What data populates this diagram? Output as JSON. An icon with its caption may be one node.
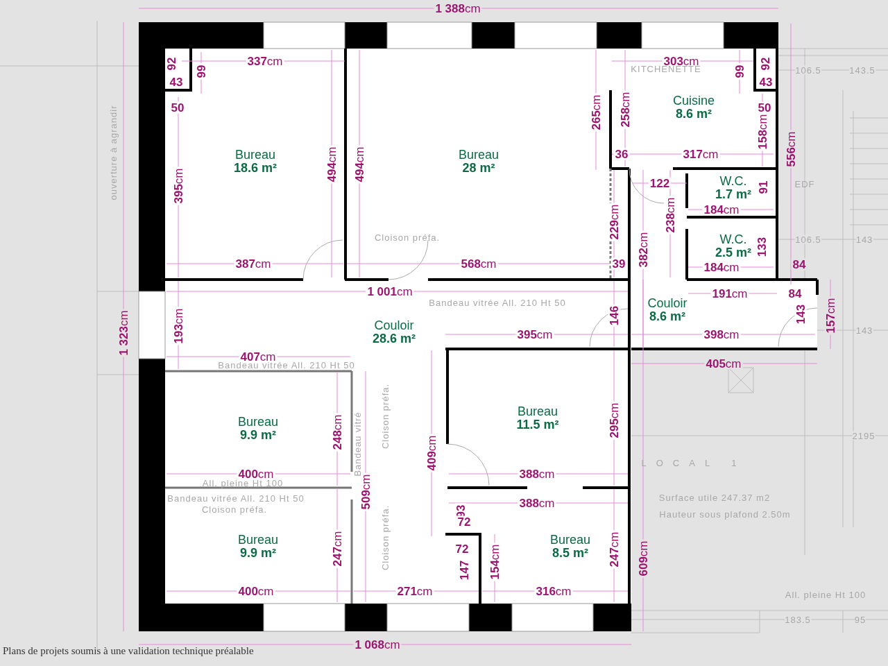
{
  "diagram": {
    "caption": "Plans de projets soumis à une validation technique préalable",
    "nodes": [
      {
        "text": [
          "Bureau",
          "18.6 m²"
        ]
      },
      {
        "text": [
          "Bureau",
          "28 m²"
        ]
      },
      {
        "text": [
          "Cuisine",
          "8.6 m²"
        ]
      },
      {
        "text": [
          "W.C.",
          "1.7 m²"
        ]
      },
      {
        "text": [
          "W.C.",
          "2.5 m²"
        ]
      },
      {
        "text": [
          "Couloir",
          "28.6 m²"
        ]
      },
      {
        "text": [
          "Couloir",
          "8.6 m²"
        ]
      },
      {
        "text": [
          "Bureau",
          "9.9 m²"
        ]
      },
      {
        "text": [
          "Bureau",
          "9.9 m²"
        ]
      },
      {
        "text": [
          "Bureau",
          "11.5 m²"
        ]
      },
      {
        "text": [
          "Bureau",
          "8.5 m²"
        ]
      }
    ],
    "labels": [
      "**1 388**cm",
      "92",
      "99",
      "**337**cm",
      "**303**cm",
      "99",
      "92",
      "43",
      "43",
      "50",
      "50",
      "**395**cm",
      "**494**cm",
      "**494**cm",
      "**265**cm",
      "**258**cm",
      "**158**cm",
      "**556**cm",
      "36",
      "**317**cm",
      "122",
      "**184**cm",
      "91",
      "**229**cm",
      "**382**cm",
      "**238**cm",
      "133",
      "**387**cm",
      "**568**cm",
      "39",
      "**184**cm",
      "84",
      "**1 001**cm",
      "**191**cm",
      "84",
      "**1 323**cm",
      "**193**cm",
      "**395**cm",
      "146",
      "**398**cm",
      "143",
      "**157**cm",
      "**407**cm",
      "**405**cm",
      "**248**cm",
      "**409**cm",
      "**295**cm",
      "**400**cm",
      "**388**cm",
      "**509**cm",
      "93",
      "72",
      "**388**cm",
      "**247**cm",
      "72",
      "147",
      "**154**cm",
      "**247**cm",
      "**609**cm",
      "**400**cm",
      "**271**cm",
      "**316**cm",
      "**1 068**cm",
      "KITCHENETTE",
      "106.5",
      "143.5",
      "ouverture à agrandir",
      "EDF",
      "Cloison préfa.",
      "106.5",
      "143",
      "Bandeau vitrée All. 210 Ht 50",
      "143",
      "Bandeau vitrée All. 210 Ht 50",
      "Cloison préfa.",
      "2195",
      "Bandeau vitré",
      "LOCAL 1",
      "All. pleine Ht 100",
      "Bandeau vitrée All. 210 Ht 50",
      "Surface utile 247.37 m2",
      "Cloison préfa.",
      "Hauteur sous plafond 2.50m",
      "Cloison préfa.",
      "All. pleine Ht 100",
      "183.5",
      "95"
    ]
  }
}
